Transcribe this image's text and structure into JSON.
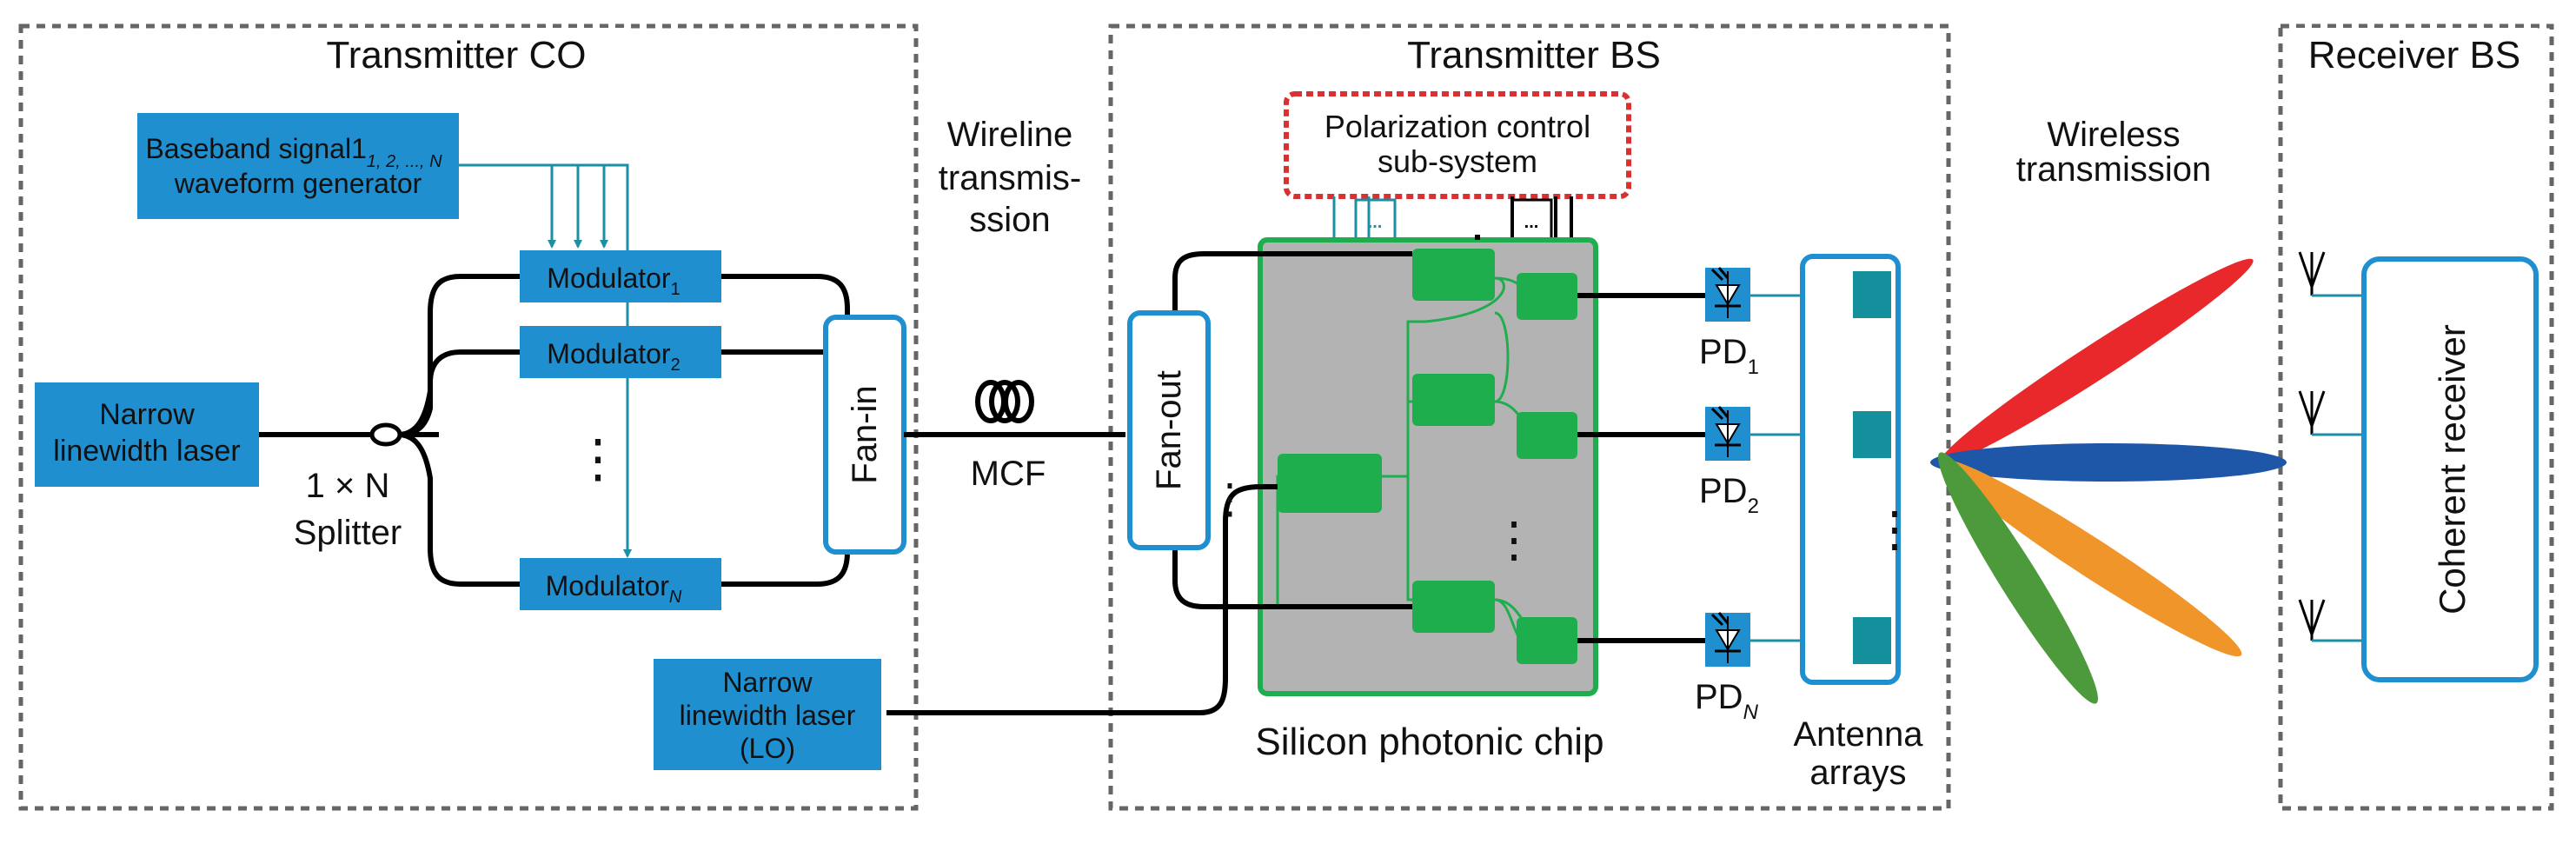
{
  "sections": {
    "transmitter_co": "Transmitter CO",
    "transmitter_bs": "Transmitter BS",
    "receiver_bs": "Receiver BS"
  },
  "baseband": {
    "line1": "Baseband signal1",
    "line1_sub": "1, 2, ..., N",
    "line2": "waveform generator"
  },
  "laser": {
    "line1": "Narrow",
    "line2": "linewidth laser"
  },
  "splitter": {
    "line1": "1 × N",
    "line2": "Splitter"
  },
  "modulators": {
    "base": "Modulator",
    "sub1": "1",
    "sub2": "2",
    "subN": "N",
    "dots": "⋮"
  },
  "fan_in": "Fan-in",
  "wireline": {
    "line1": "Wireline",
    "line2": "transmis-",
    "line3": "ssion"
  },
  "mcf": "MCF",
  "fan_out": "Fan-out",
  "polarization": {
    "line1": "Polarization control",
    "line2": "sub-system"
  },
  "chip_label": "Silicon photonic chip",
  "lo_laser": {
    "line1": "Narrow",
    "line2": "linewidth laser",
    "line3": "(LO)"
  },
  "pds": {
    "base": "PD",
    "sub1": "1",
    "sub2": "2",
    "subN": "N"
  },
  "antenna": {
    "line1": "Antenna",
    "line2": "arrays"
  },
  "wireless": {
    "line1": "Wireless",
    "line2": "transmission"
  },
  "coherent_receiver": "Coherent receiver",
  "small_dots": "...",
  "colors": {
    "block_blue": "#1f8fd0",
    "line_teal": "#1c8fa6",
    "chip_gray": "#b3b3b3",
    "chip_green": "#1fae4d",
    "antenna_teal": "#13909c",
    "beam_red": "#e8282b",
    "beam_blue": "#1e56a8",
    "beam_orange": "#f0952a",
    "beam_green": "#4c9a3c",
    "dashed_red": "#d93030"
  }
}
